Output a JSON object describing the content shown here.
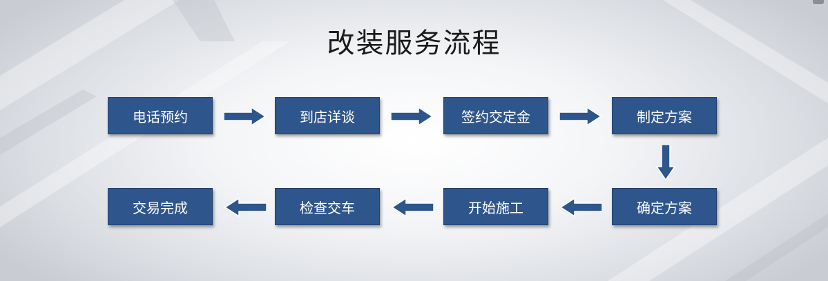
{
  "title": "改装服务流程",
  "steps": [
    {
      "label": "电话预约"
    },
    {
      "label": "到店详谈"
    },
    {
      "label": "签约交定金"
    },
    {
      "label": "制定方案"
    },
    {
      "label": "确定方案"
    },
    {
      "label": "开始施工"
    },
    {
      "label": "检查交车"
    },
    {
      "label": "交易完成"
    }
  ],
  "colors": {
    "box_fill": "#2e568c",
    "box_border": "#1f3f6b",
    "arrow_fill": "#2e568c",
    "title_text": "#1a1a1a"
  }
}
